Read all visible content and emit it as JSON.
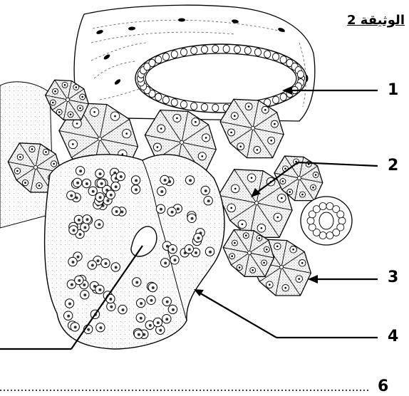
{
  "document": {
    "title": "الوثيقة 2"
  },
  "labels": [
    "1",
    "2",
    "3",
    "4",
    "6"
  ],
  "colors": {
    "ink": "#000000",
    "stipple": "#7a7a7a",
    "background": "#ffffff"
  }
}
